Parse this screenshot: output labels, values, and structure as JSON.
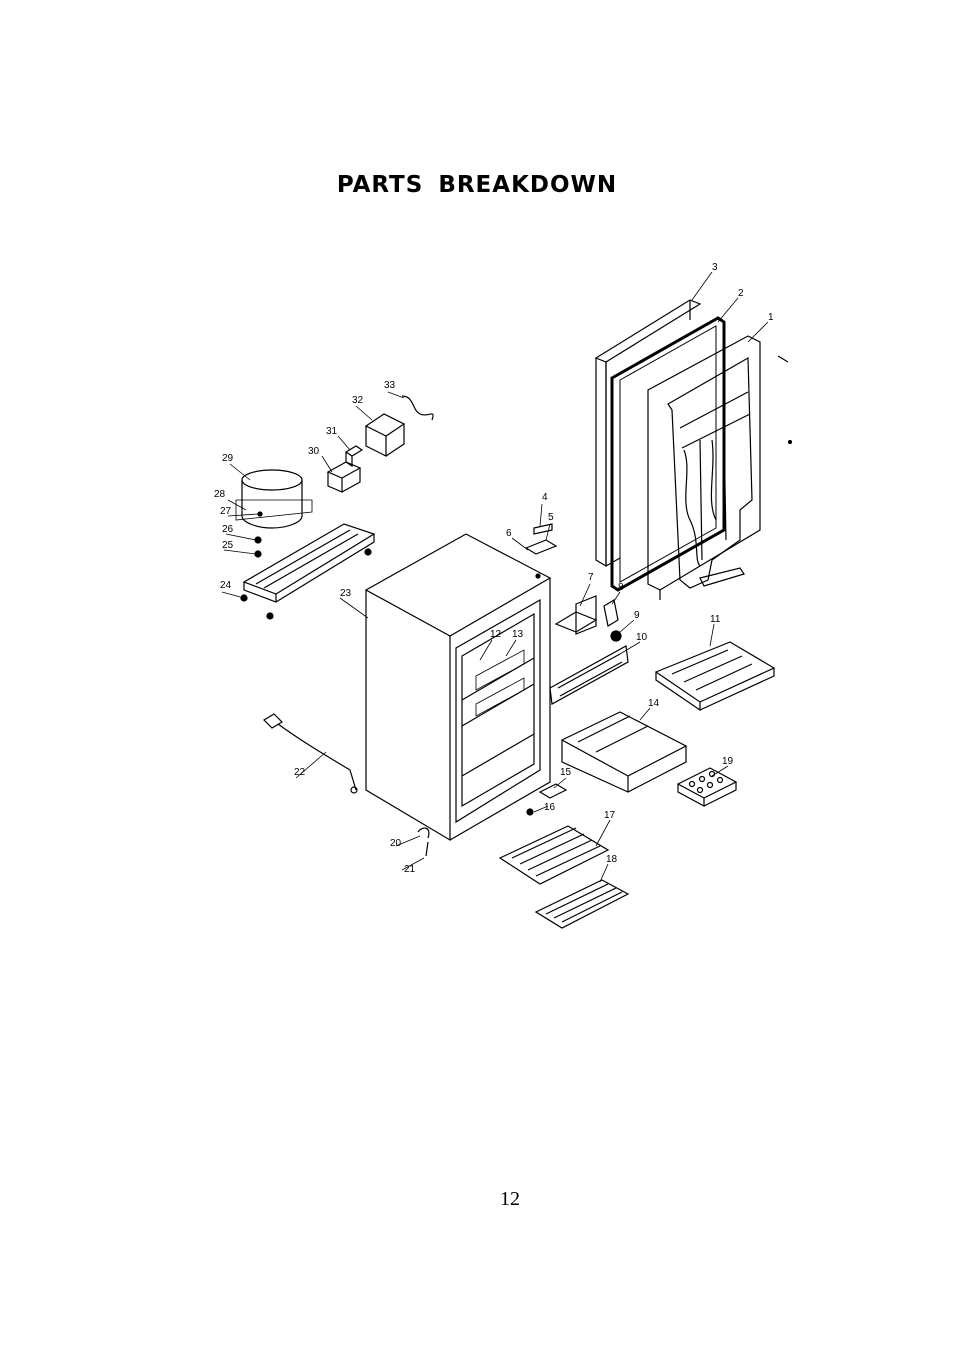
{
  "title": "PARTS BREAKDOWN",
  "page_number": "12",
  "callouts": [
    "1",
    "2",
    "3",
    "4",
    "5",
    "6",
    "7",
    "8",
    "9",
    "10",
    "11",
    "12",
    "13",
    "14",
    "15",
    "16",
    "17",
    "18",
    "19",
    "20",
    "21",
    "22",
    "23",
    "24",
    "25",
    "26",
    "27",
    "28",
    "29",
    "30",
    "31",
    "32",
    "33"
  ]
}
